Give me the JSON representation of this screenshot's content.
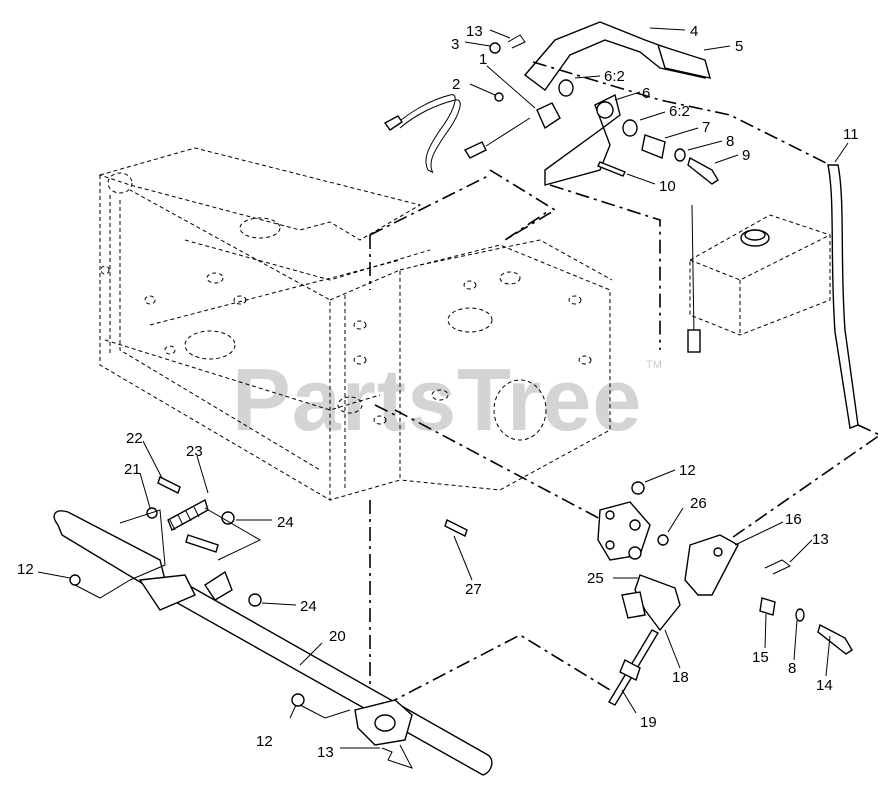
{
  "diagram": {
    "watermark": "PartsTree",
    "trademark": "TM",
    "callouts": [
      {
        "id": "c13a",
        "text": "13"
      },
      {
        "id": "c4",
        "text": "4"
      },
      {
        "id": "c3",
        "text": "3"
      },
      {
        "id": "c5",
        "text": "5"
      },
      {
        "id": "c1",
        "text": "1"
      },
      {
        "id": "c62a",
        "text": "6:2"
      },
      {
        "id": "c2",
        "text": "2"
      },
      {
        "id": "c6",
        "text": "6"
      },
      {
        "id": "c62b",
        "text": "6:2"
      },
      {
        "id": "c7",
        "text": "7"
      },
      {
        "id": "c8a",
        "text": "8"
      },
      {
        "id": "c9",
        "text": "9"
      },
      {
        "id": "c10",
        "text": "10"
      },
      {
        "id": "c11",
        "text": "11"
      },
      {
        "id": "c22",
        "text": "22"
      },
      {
        "id": "c23",
        "text": "23"
      },
      {
        "id": "c21",
        "text": "21"
      },
      {
        "id": "c24a",
        "text": "24"
      },
      {
        "id": "c12a",
        "text": "12"
      },
      {
        "id": "c24b",
        "text": "24"
      },
      {
        "id": "c27",
        "text": "27"
      },
      {
        "id": "c20",
        "text": "20"
      },
      {
        "id": "c12b",
        "text": "12"
      },
      {
        "id": "c13b",
        "text": "13"
      },
      {
        "id": "c12c",
        "text": "12"
      },
      {
        "id": "c26",
        "text": "26"
      },
      {
        "id": "c16",
        "text": "16"
      },
      {
        "id": "c13c",
        "text": "13"
      },
      {
        "id": "c25",
        "text": "25"
      },
      {
        "id": "c15",
        "text": "15"
      },
      {
        "id": "c8b",
        "text": "8"
      },
      {
        "id": "c14",
        "text": "14"
      },
      {
        "id": "c18",
        "text": "18"
      },
      {
        "id": "c19",
        "text": "19"
      }
    ]
  }
}
